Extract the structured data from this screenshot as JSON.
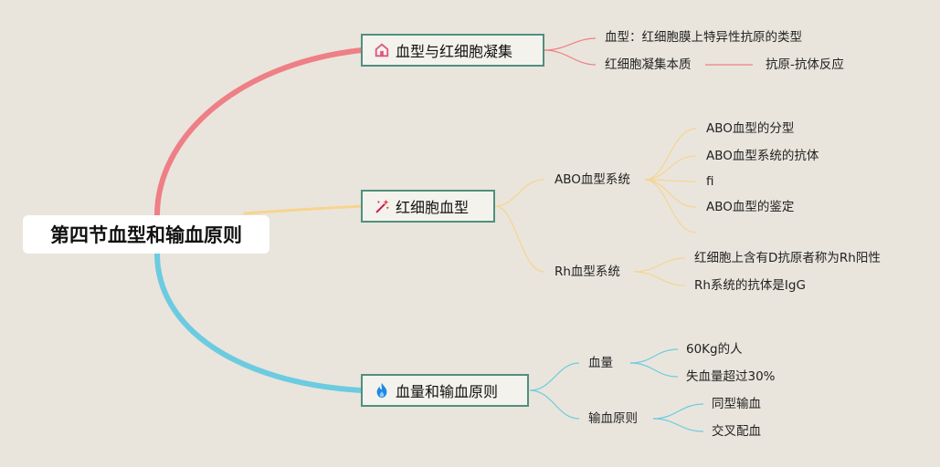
{
  "root": {
    "title": "第四节血型和输血原则"
  },
  "branches": [
    {
      "label": "血型与红细胞凝集",
      "icon": "house-icon",
      "color": "#ef7f86",
      "children": [
        {
          "label": "血型：红细胞膜上特异性抗原的类型"
        },
        {
          "label": "红细胞凝集本质",
          "detail": "抗原-抗体反应"
        }
      ]
    },
    {
      "label": "红细胞血型",
      "icon": "magic-wand-icon",
      "color": "#f7d490",
      "children": [
        {
          "label": "ABO血型系统",
          "children": [
            "ABO血型的分型",
            "ABO血型系统的抗体",
            "fi",
            "ABO血型的鉴定"
          ]
        },
        {
          "label": "Rh血型系统",
          "children": [
            "红细胞上含有D抗原者称为Rh阳性",
            "Rh系统的抗体是IgG"
          ]
        }
      ]
    },
    {
      "label": "血量和输血原则",
      "icon": "flame-icon",
      "color": "#6ccbe0",
      "children": [
        {
          "label": "血量",
          "children": [
            "60Kg的人",
            "失血量超过30%"
          ]
        },
        {
          "label": "输血原则",
          "children": [
            "同型输血",
            "交叉配血"
          ]
        }
      ]
    }
  ]
}
